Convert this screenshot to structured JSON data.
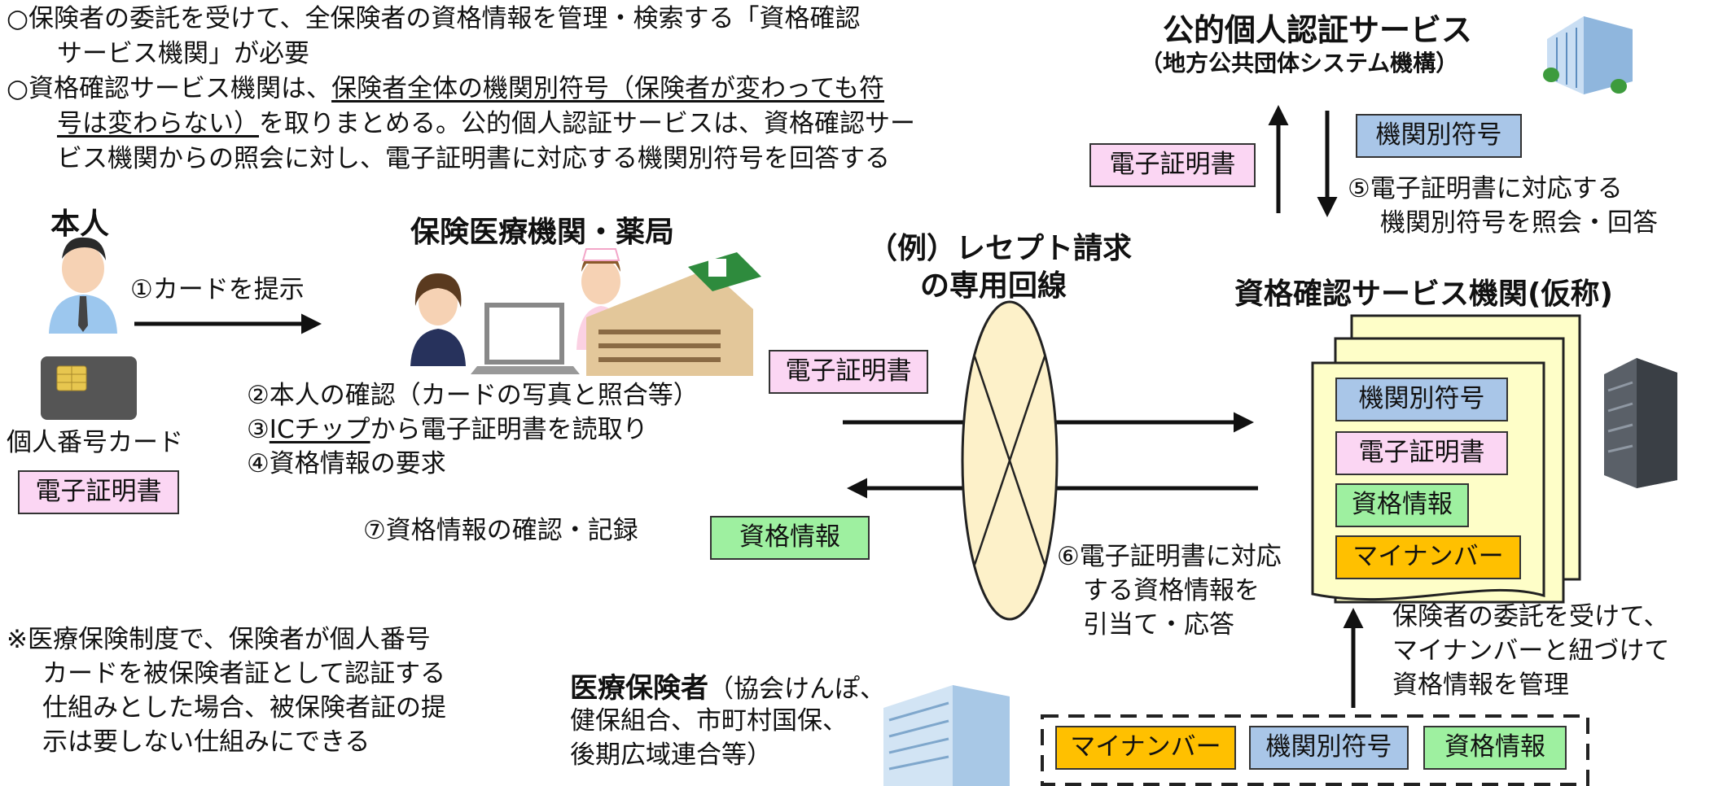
{
  "intro": {
    "line1": "○保険者の委託を受けて、全保険者の資格情報を管理・検索する「資格確認",
    "line2": "サービス機関」が必要",
    "line3_pre": "○資格確認サービス機関は、",
    "line3_u": "保険者全体の機関別符号（保険者が変わっても符",
    "line4_u": "号は変わらない）",
    "line4_post": "を取りまとめる。公的個人認証サービスは、資格確認サー",
    "line5": "ビス機関からの照会に対し、電子証明書に対応する機関別符号を回答する"
  },
  "jpki": {
    "title": "公的個人認証サービス",
    "subtitle": "（地方公共団体システム機構）",
    "cert_tag": "電子証明書",
    "code_tag": "機関別符号",
    "step5_line1": "⑤電子証明書に対応する",
    "step5_line2": "機関別符号を照会・回答"
  },
  "person": {
    "title": "本人",
    "card_label": "個人番号カード",
    "cert_tag": "電子証明書",
    "step1": "①カードを提示"
  },
  "clinic": {
    "title": "保険医療機関・薬局",
    "step2": "②本人の確認（カードの写真と照合等）",
    "step3_pre": "③",
    "step3_u": "ICチップ",
    "step3_post": "から電子証明書を読取り",
    "step4": "④資格情報の要求",
    "step7": "⑦資格情報の確認・記録",
    "qual_tag": "資格情報"
  },
  "line": {
    "title_line1": "（例）レセプト請求",
    "title_line2": "の専用回線",
    "cert_tag": "電子証明書",
    "step6_line1": "⑥電子証明書に対応",
    "step6_line2": "する資格情報を",
    "step6_line3": "引当て・応答"
  },
  "service": {
    "title": "資格確認サービス機関(仮称)",
    "code_tag": "機関別符号",
    "cert_tag": "電子証明書",
    "qual_tag": "資格情報",
    "mynumber_tag": "マイナンバー",
    "note_line1": "保険者の委託を受けて、",
    "note_line2": "マイナンバーと紐づけて",
    "note_line3": "資格情報を管理"
  },
  "note": {
    "line1": "※医療保険制度で、保険者が個人番号",
    "line2": "カードを被保険者証として認証する",
    "line3": "仕組みとした場合、被保険者証の提",
    "line4": "示は要しない仕組みにできる"
  },
  "insurer": {
    "title": "医療保険者",
    "detail_line1": "（協会けんぽ、",
    "detail_line2": "健保組合、市町村国保、",
    "detail_line3": "後期広域連合等）",
    "mynumber_tag": "マイナンバー",
    "code_tag": "機関別符号",
    "qual_tag": "資格情報"
  },
  "colors": {
    "cert": "#fbd6f3",
    "code": "#a9c6e8",
    "qual": "#9ef0a0",
    "mynumber": "#ffc000",
    "document": "#fefec8"
  }
}
